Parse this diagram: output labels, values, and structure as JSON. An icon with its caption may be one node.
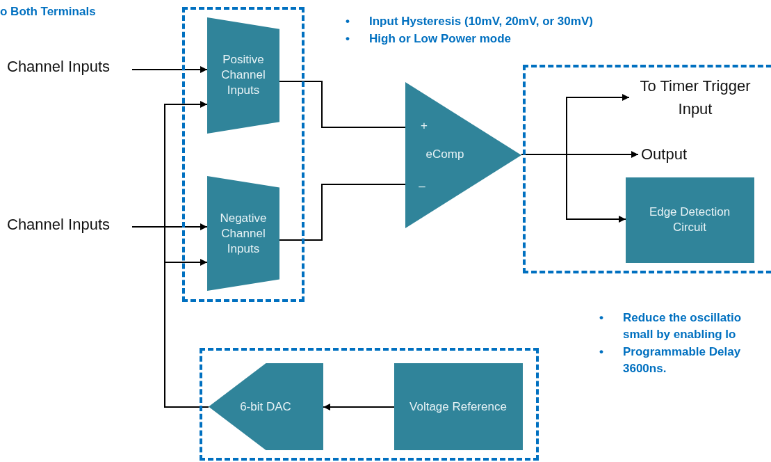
{
  "diagram": {
    "nodes": [
      {
        "text": [],
        "shape": "box"
      },
      {
        "text": [
          "Positive Channel Inputs"
        ],
        "in": 0
      },
      {
        "text": [
          "Negative Channel Inputs"
        ],
        "in": 0
      },
      {
        "text": [
          "Channel Inputs"
        ]
      },
      {
        "text": [
          "Channel Inputs"
        ]
      },
      {
        "text": [
          "+",
          "eComp",
          "–"
        ]
      },
      {
        "text": [],
        "shape": "box"
      },
      {
        "text": [
          "To Timer Trigger Input"
        ],
        "in": 6
      },
      {
        "text": [
          "Output"
        ],
        "in": 6
      },
      {
        "text": [
          "Edge Detection Circuit"
        ],
        "in": 6
      },
      {
        "text": [],
        "shape": "box"
      },
      {
        "text": [
          "6-bit DAC"
        ],
        "in": 10
      },
      {
        "text": [
          "Voltage Reference"
        ],
        "in": 10
      }
    ],
    "edges": [
      {
        "from": 3,
        "to": 1,
        "arrow": "to"
      },
      {
        "from": 4,
        "to": 2,
        "arrow": "to"
      },
      {
        "from": 11,
        "to": 1,
        "arrow": "to"
      },
      {
        "from": 11,
        "to": 2,
        "arrow": "to"
      },
      {
        "from": 1,
        "to": 5,
        "arrow": "none"
      },
      {
        "from": 2,
        "to": 5,
        "arrow": "none"
      },
      {
        "from": 5,
        "to": 7,
        "arrow": "to"
      },
      {
        "from": 5,
        "to": 8,
        "arrow": "to"
      },
      {
        "from": 5,
        "to": 9,
        "arrow": "to"
      },
      {
        "from": 12,
        "to": 11,
        "arrow": "to"
      }
    ],
    "labels": [
      "o Both Terminals",
      "•",
      "Input Hysteresis (10mV, 20mV, or 30mV)",
      "•",
      "High or Low Power mode",
      "•",
      "Reduce the oscillatio small by enabling lo",
      "•",
      "Programmable Delay 3600ns."
    ]
  }
}
